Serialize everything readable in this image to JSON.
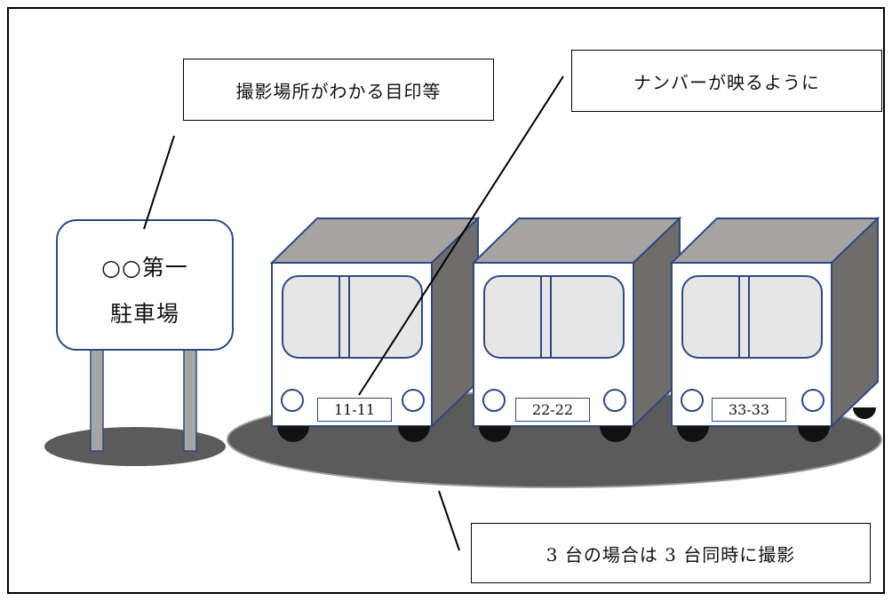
{
  "callouts": {
    "landmark": "撮影場所がわかる目印等",
    "number_plate": "ナンバーが映るように",
    "three_buses": "3 台の場合は 3 台同時に撮影"
  },
  "sign": {
    "line1": "○○第一",
    "line2": "駐車場"
  },
  "buses": [
    {
      "plate": "11-11"
    },
    {
      "plate": "22-22"
    },
    {
      "plate": "33-33"
    }
  ],
  "colors": {
    "outline": "#2e4a80",
    "ground_shadow": "#5b5b5b",
    "bus_roof": "#a7a4a4",
    "bus_side": "#6f6c6c",
    "window": "#e6e6e6",
    "wheel": "#111111",
    "sign_post": "#a6a6a6"
  }
}
